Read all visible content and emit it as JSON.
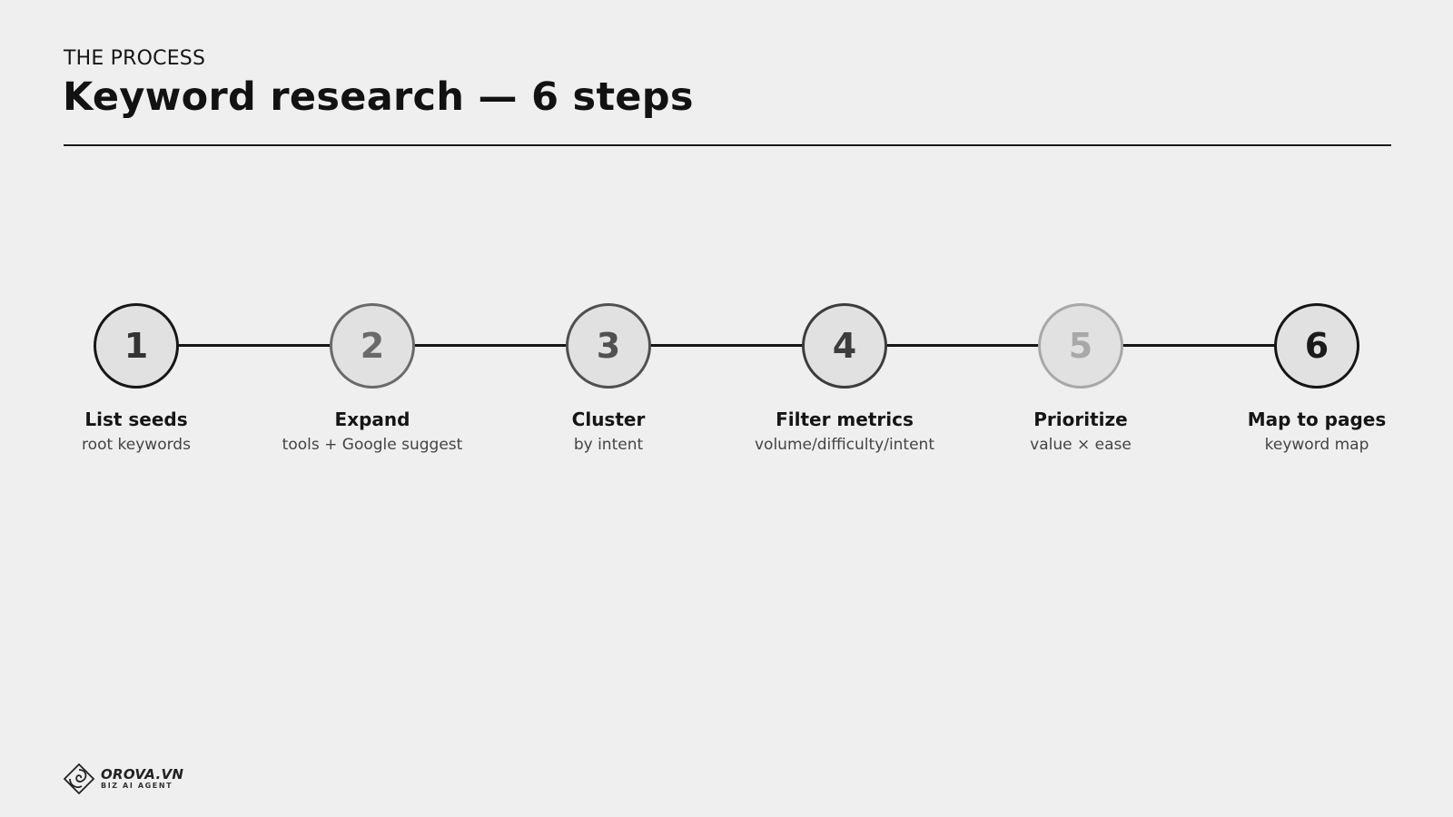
{
  "header": {
    "eyebrow": "THE PROCESS",
    "title": "Keyword research — 6 steps"
  },
  "steps": [
    {
      "number": "1",
      "label": "List seeds",
      "sub": "root keywords",
      "border": "#161616",
      "number_color": "#333333"
    },
    {
      "number": "2",
      "label": "Expand",
      "sub": "tools + Google suggest",
      "border": "#6a6a6a",
      "number_color": "#6a6a6a"
    },
    {
      "number": "3",
      "label": "Cluster",
      "sub": "by intent",
      "border": "#505050",
      "number_color": "#505050"
    },
    {
      "number": "4",
      "label": "Filter metrics",
      "sub": "volume/difficulty/intent",
      "border": "#3c3c3c",
      "number_color": "#3c3c3c"
    },
    {
      "number": "5",
      "label": "Prioritize",
      "sub": "value × ease",
      "border": "#a8a8a8",
      "number_color": "#a8a8a8"
    },
    {
      "number": "6",
      "label": "Map to pages",
      "sub": "keyword map",
      "border": "#151515",
      "number_color": "#1a1a1a"
    }
  ],
  "logo": {
    "icon": "orova-diamond-logo",
    "name": "OROVA.VN",
    "tagline": "BIZ AI AGENT"
  }
}
